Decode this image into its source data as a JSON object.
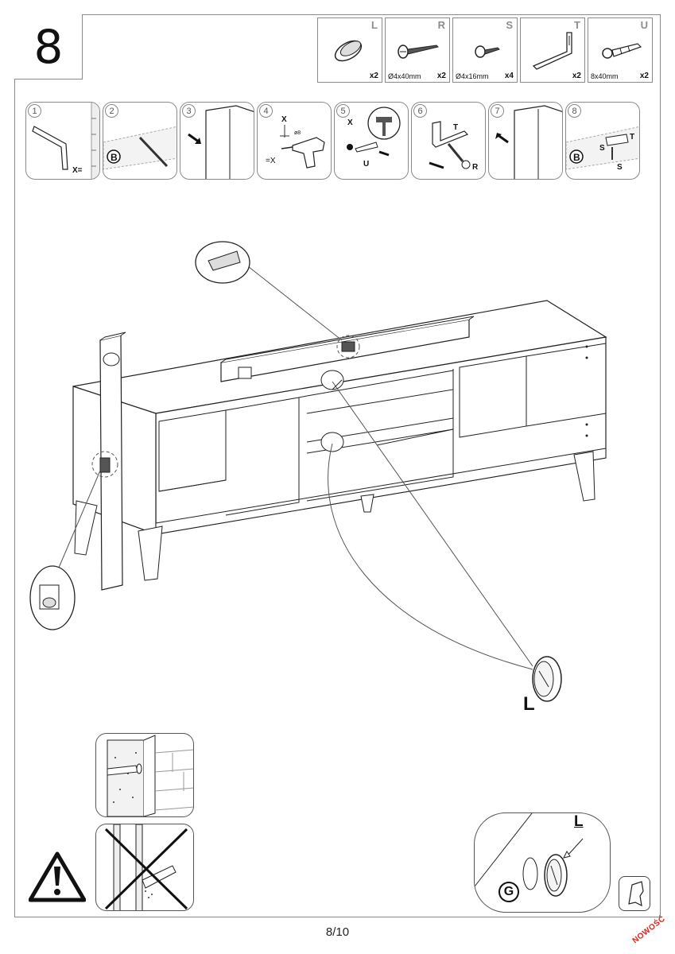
{
  "step_number": "8",
  "parts": [
    {
      "letter": "L",
      "qty": "x2",
      "dim": ""
    },
    {
      "letter": "R",
      "qty": "x2",
      "dim": "Ø4x40mm"
    },
    {
      "letter": "S",
      "qty": "x4",
      "dim": "Ø4x16mm"
    },
    {
      "letter": "T",
      "qty": "x2",
      "dim": ""
    },
    {
      "letter": "U",
      "qty": "x2",
      "dim": "8x40mm"
    }
  ],
  "substeps": [
    {
      "num": "1",
      "labels": [
        "X="
      ]
    },
    {
      "num": "2",
      "labels": [
        "B"
      ]
    },
    {
      "num": "3",
      "labels": []
    },
    {
      "num": "4",
      "labels": [
        "X",
        "=X",
        "ø8"
      ]
    },
    {
      "num": "5",
      "labels": [
        "X",
        "U"
      ]
    },
    {
      "num": "6",
      "labels": [
        "T",
        "R"
      ]
    },
    {
      "num": "7",
      "labels": []
    },
    {
      "num": "8",
      "labels": [
        "B",
        "S",
        "T",
        "S"
      ]
    }
  ],
  "main_label": "L",
  "detail": {
    "top_label": "L",
    "circle_label": "G"
  },
  "page_number": "8/10",
  "brand_mark": "NOWOŚĆ",
  "icons": [
    "warning-icon",
    "wall-ok-icon",
    "wall-forbidden-icon",
    "care-cloth-icon"
  ]
}
